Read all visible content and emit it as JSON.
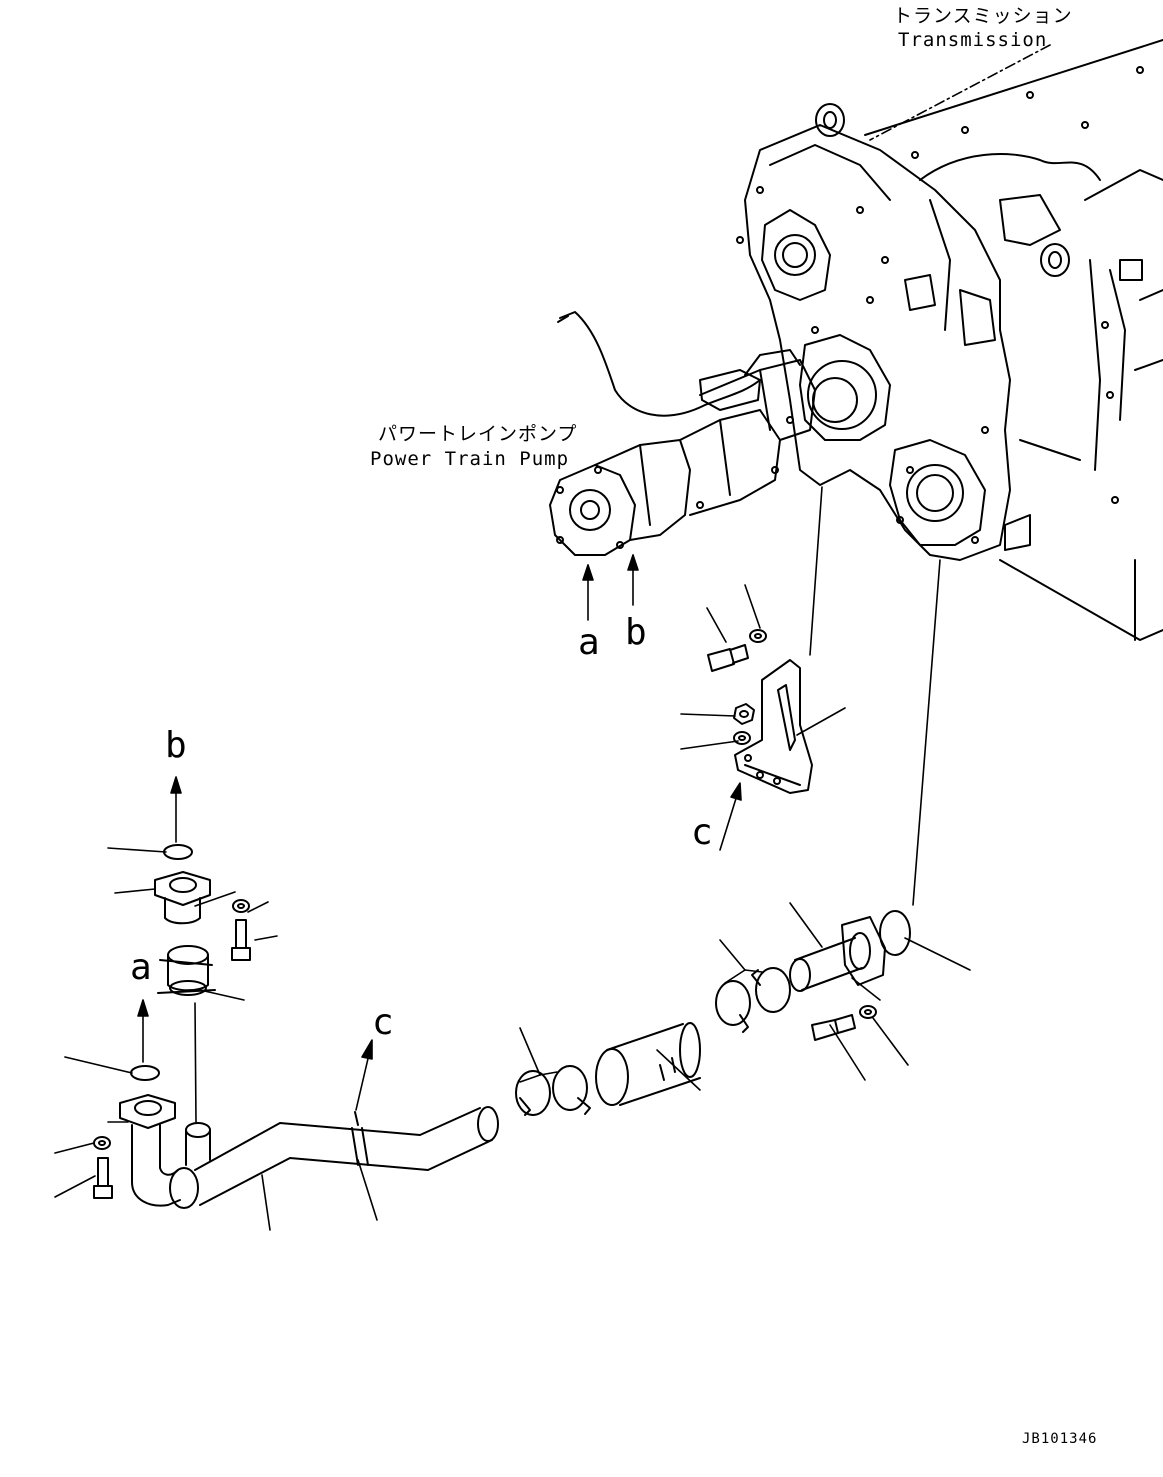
{
  "labels": {
    "transmission_ja": "トランスミッション",
    "transmission_en": "Transmission",
    "pump_ja": "パワートレインポンプ",
    "pump_en": "Power Train Pump",
    "letter_a": "a",
    "letter_b": "b",
    "letter_c": "c",
    "drawing_code": "JB101346"
  },
  "colors": {
    "line": "#000000",
    "background": "#ffffff"
  }
}
